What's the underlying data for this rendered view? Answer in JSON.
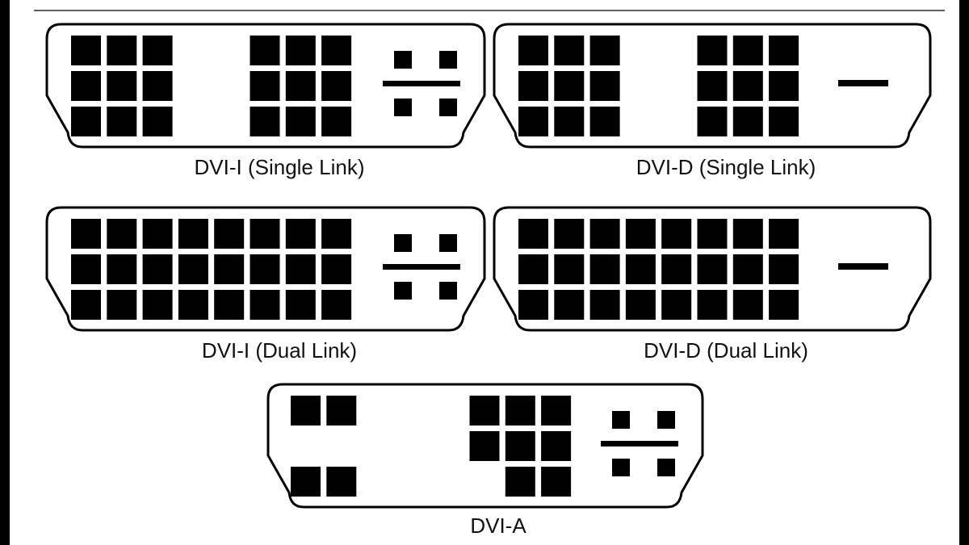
{
  "colors": {
    "background": "#ffffff",
    "ink": "#000000",
    "side_bars": "#000000"
  },
  "connectors": [
    {
      "label": "DVI-I (Single Link)",
      "pin_rows": [
        [
          1,
          1,
          1,
          0,
          0,
          1,
          1,
          1
        ],
        [
          1,
          1,
          1,
          0,
          0,
          1,
          1,
          1
        ],
        [
          1,
          1,
          1,
          0,
          0,
          1,
          1,
          1
        ]
      ],
      "analog_pins": true
    },
    {
      "label": "DVI-D (Single Link)",
      "pin_rows": [
        [
          1,
          1,
          1,
          0,
          0,
          1,
          1,
          1
        ],
        [
          1,
          1,
          1,
          0,
          0,
          1,
          1,
          1
        ],
        [
          1,
          1,
          1,
          0,
          0,
          1,
          1,
          1
        ]
      ],
      "analog_pins": false
    },
    {
      "label": "DVI-I (Dual Link)",
      "pin_rows": [
        [
          1,
          1,
          1,
          1,
          1,
          1,
          1,
          1
        ],
        [
          1,
          1,
          1,
          1,
          1,
          1,
          1,
          1
        ],
        [
          1,
          1,
          1,
          1,
          1,
          1,
          1,
          1
        ]
      ],
      "analog_pins": true
    },
    {
      "label": "DVI-D (Dual Link)",
      "pin_rows": [
        [
          1,
          1,
          1,
          1,
          1,
          1,
          1,
          1
        ],
        [
          1,
          1,
          1,
          1,
          1,
          1,
          1,
          1
        ],
        [
          1,
          1,
          1,
          1,
          1,
          1,
          1,
          1
        ]
      ],
      "analog_pins": false
    },
    {
      "label": "DVI-A",
      "pin_rows": [
        [
          1,
          1,
          0,
          0,
          0,
          1,
          1,
          1
        ],
        [
          0,
          0,
          0,
          0,
          0,
          1,
          1,
          1
        ],
        [
          1,
          1,
          0,
          0,
          0,
          0,
          1,
          1
        ]
      ],
      "analog_pins": true
    }
  ]
}
